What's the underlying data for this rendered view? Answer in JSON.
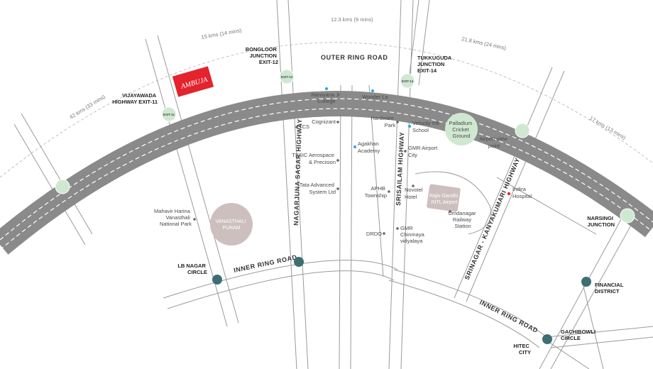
{
  "brand": {
    "name": "AMBUJA",
    "color": "#e3232d"
  },
  "colors": {
    "ring": "#8a8a8a",
    "node_green": "#cfe8d1",
    "node_teal": "#3d6e72",
    "poi_blue": "#29a6d4",
    "poi_red": "#d9352e",
    "landmark": "#cdbfbd"
  },
  "roads": {
    "outer_ring": "OUTER RING ROAD",
    "outer_ring_left": "OUTER RING ROAD",
    "outer_ring_right": "OUTER RING ROAD",
    "inner_ring": "INNER RING ROAD",
    "inner_ring_right": "INNER RING ROAD",
    "nagarjuna": "NAGARJUNA SAGAR HIGHWAY",
    "srisailam": "SRISAILAM HIGHWAY",
    "srinagar": "SRINAGAR - KANYAKUMARI HIGHWAY"
  },
  "distances": {
    "d1": "42 kms (33 mins)",
    "d2": "15 kms (14 mins)",
    "d3": "12.3 kms (9 mins)",
    "d4": "21.8 kms (24 mins)",
    "d5": "17 kms (13 mins)"
  },
  "junctions": {
    "vijayawada": [
      "VIJAYAWADA",
      "HIGHWAY EXIT-11"
    ],
    "bongloor": [
      "BONGLOOR",
      "JUNCTION",
      "EXIT-12"
    ],
    "tukkuguda": [
      "TUKKUGUDA",
      "JUNCTION",
      "EXIT-14"
    ],
    "narsingi": [
      "NARSINGI",
      "JUNCTION"
    ],
    "lb_nagar": [
      "LB NAGAR",
      "CIRCLE"
    ],
    "financial": [
      "FINANCIAL",
      "DISTRICT"
    ],
    "gachibowli": [
      "GACHIBOWLI",
      "CIRCLE"
    ],
    "hitec": [
      "HITEC",
      "CITY"
    ]
  },
  "exits": {
    "e11": "EXIT-11",
    "e12": "EXIT-12",
    "e14": "EXIT-14"
  },
  "pois": {
    "narayana": [
      "Narayana Jr",
      "College"
    ],
    "wonderla": [
      "Wonder La"
    ],
    "cognizant": [
      "Cognizant"
    ],
    "tcs": [
      "TCS"
    ],
    "tssic": [
      "TSSIC Aerospace",
      "& Precision"
    ],
    "tata": [
      "Tata Advanced",
      "System Ltd"
    ],
    "hardware": [
      "Hardware",
      "Park"
    ],
    "velocity": [
      "Velocity Intl",
      "School"
    ],
    "agakhan": [
      "Agakhan",
      "Academy"
    ],
    "gmr_city": [
      "GMR Airport",
      "City"
    ],
    "apHB": [
      "APHB",
      "Township"
    ],
    "novotel": [
      "Novotel",
      "Hotel"
    ],
    "drdo": [
      "DRDO"
    ],
    "gmr_chinmaya": [
      "GMR",
      "Chinmaya",
      "vidyalaya"
    ],
    "umdanagar": [
      "Umdanagar",
      "Railway",
      "Station"
    ],
    "airport_view": [
      "Airport view",
      "point"
    ],
    "indira": [
      "Indira",
      "Hospital"
    ],
    "mahavir": [
      "Mahavir Harina",
      "Vanasthali",
      "National Park"
    ]
  },
  "landmarks": {
    "vanasthali": [
      "VANASTHALI",
      "PURAM"
    ],
    "palladium": [
      "Palladium",
      "Cricket",
      "Ground"
    ],
    "airport": [
      "Rajiv Gandhi",
      "INTL Airport"
    ]
  }
}
